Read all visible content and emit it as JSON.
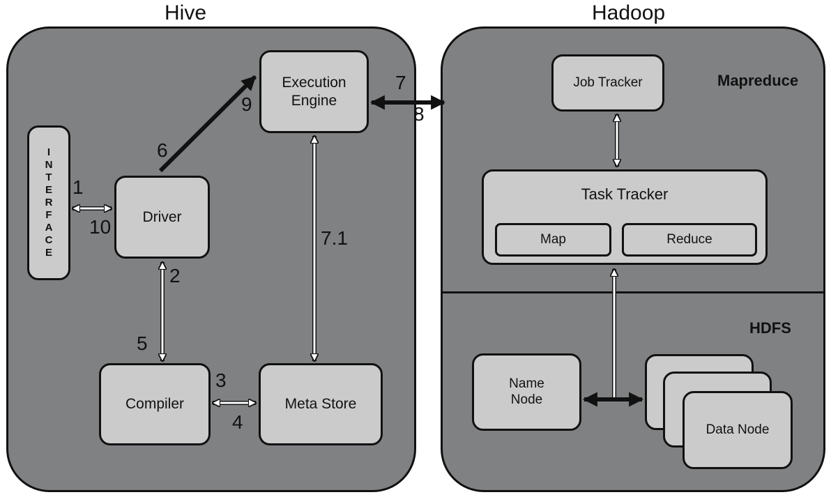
{
  "titles": {
    "hive": "Hive",
    "hadoop": "Hadoop"
  },
  "hive": {
    "interface": "INTERFACE",
    "driver": "Driver",
    "execution_engine": [
      "Execution",
      "Engine"
    ],
    "compiler": "Compiler",
    "meta_store": "Meta Store"
  },
  "hadoop": {
    "mapreduce_label": "Mapreduce",
    "hdfs_label": "HDFS",
    "job_tracker": "Job Tracker",
    "task_tracker": "Task Tracker",
    "map": "Map",
    "reduce": "Reduce",
    "name_node": [
      "Name",
      "Node"
    ],
    "data_node": "Data Node"
  },
  "step_labels": {
    "s1": "1",
    "s10": "10",
    "s2": "2",
    "s5": "5",
    "s3": "3",
    "s4": "4",
    "s6": "6",
    "s9": "9",
    "s7": "7",
    "s8": "8",
    "s7_1": "7.1"
  },
  "colors": {
    "container": "#7f8183",
    "box": "#cbcbcb",
    "line": "#111111",
    "arrow_fill": "#ffffff"
  }
}
